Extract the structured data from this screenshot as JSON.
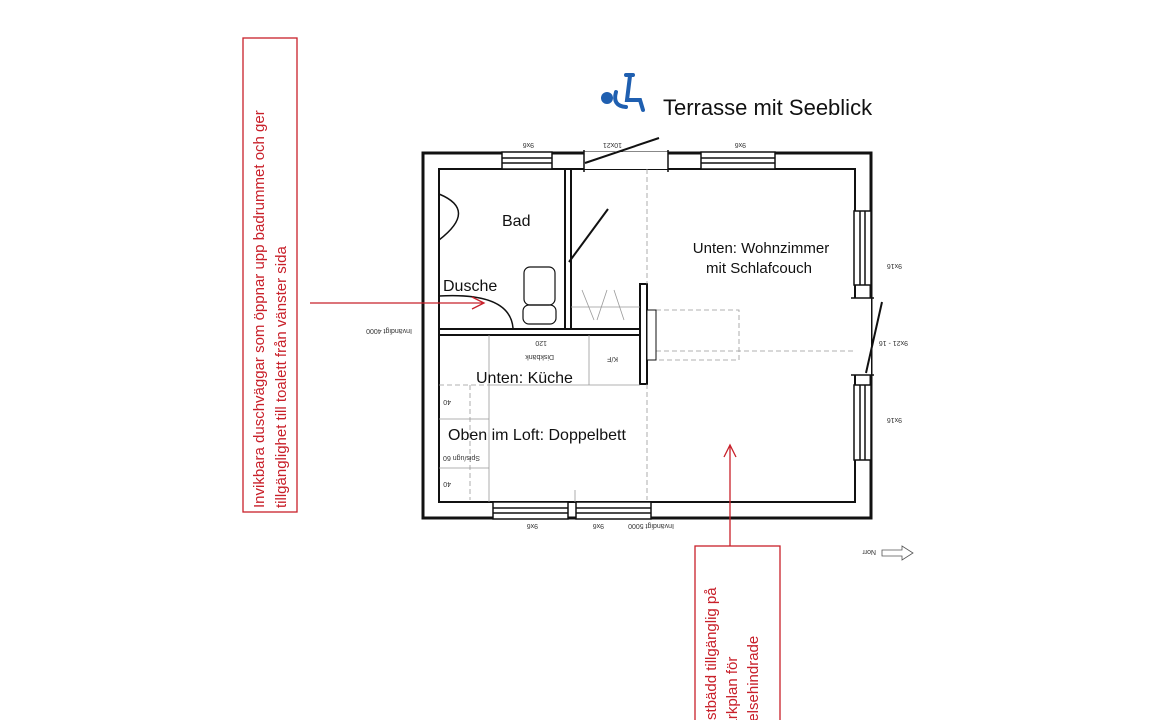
{
  "title": "Terrasse mit Seeblick",
  "icons": {
    "accessibility": "wheelchair-icon",
    "north": "north-arrow-icon"
  },
  "colors": {
    "annotation": "#c8202a",
    "icon": "#1f5fb0",
    "wall": "#111111"
  },
  "rooms": {
    "bad": "Bad",
    "dusche": "Dusche",
    "wohnzimmer_1": "Unten: Wohnzimmer",
    "wohnzimmer_2": "mit Schlafcouch",
    "kueche": "Unten: Küche",
    "loft": "Oben im Loft: Doppelbett"
  },
  "dimensions": {
    "top_window_left": "9x6",
    "top_door": "10x21",
    "top_window_right": "9x6",
    "right_window_top": "9x16",
    "right_door": "9x21 - 16",
    "right_window_bottom": "9x16",
    "bottom_window_left": "9x6",
    "bottom_window_right": "9x6",
    "inside_width": "Invändigt 5000",
    "inside_depth": "Invändigt 4000",
    "counter": "120",
    "sink": "Diskbänk",
    "fridge": "K/F",
    "shelf_1": "40",
    "shelf_2": "Spis/ugn 60",
    "shelf_3": "40",
    "north": "Norr"
  },
  "annotations": {
    "left_line_1": "Invikbara duschväggar som öppnar upp badrummet och ger",
    "left_line_2": "tillgänglighet till toalett från vänster sida",
    "bottom_line_1": "Gästbädd tillgänglig på",
    "bottom_line_2": "markplan för",
    "bottom_line_3": "rörelsehindrade"
  }
}
